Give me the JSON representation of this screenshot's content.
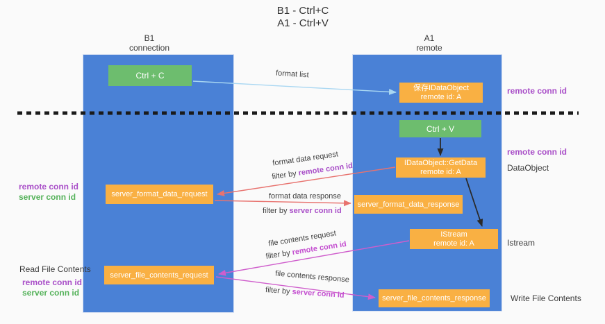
{
  "title": {
    "line1": "B1 - Ctrl+C",
    "line2": "A1 - Ctrl+V"
  },
  "columns": {
    "left": {
      "name": "B1",
      "subtitle": "connection"
    },
    "right": {
      "name": "A1",
      "subtitle": "remote"
    }
  },
  "boxes": {
    "ctrl_c": {
      "label": "Ctrl + C"
    },
    "ctrl_v": {
      "label": "Ctrl + V"
    },
    "save_idataobject": {
      "line1": "保存IDataObject",
      "line2": "remote id: A"
    },
    "idataobject_getdata": {
      "line1": "IDataObject::GetData",
      "line2": "remote id: A"
    },
    "istream": {
      "line1": "IStream",
      "line2": "remote id: A"
    },
    "server_format_data_request": {
      "label": "server_format_data_request"
    },
    "server_format_data_response": {
      "label": "server_format_data_response"
    },
    "server_file_contents_request": {
      "label": "server_file_contents_request"
    },
    "server_file_contents_response": {
      "label": "server_file_contents_response"
    }
  },
  "annotations": {
    "format_list": {
      "label": "format list"
    },
    "format_data_request": {
      "label": "format data request",
      "filter_prefix": "filter by ",
      "filter_key": "remote conn id"
    },
    "format_data_response": {
      "label": "format data response",
      "filter_prefix": "filter by ",
      "filter_key": "server conn id"
    },
    "file_contents_request": {
      "label": "file contents request",
      "filter_prefix": "filter by ",
      "filter_key": "remote conn id"
    },
    "file_contents_response": {
      "label": "file contents response",
      "filter_prefix": "filter by ",
      "filter_key": "server conn id"
    }
  },
  "side_labels": {
    "left_top": {
      "remote": "remote conn id",
      "server": "server conn id"
    },
    "left_bottom": {
      "title": "Read File Contents",
      "remote": "remote conn id",
      "server": "server conn id"
    },
    "right": {
      "r1": "remote conn id",
      "r2": "remote conn id",
      "r3": "DataObject",
      "r4": "Istream",
      "r5": "Write File Contents"
    }
  },
  "colors": {
    "background": "#fafafa",
    "lane_blue": "#4a81d6",
    "box_green": "#6dbd6e",
    "box_orange": "#f9b043",
    "arrow_light_blue": "#a9d7f2",
    "arrow_black": "#2a2a2a",
    "arrow_red": "#e8736f",
    "arrow_magenta": "#cf5ecc",
    "text_purple": "#a94fc8",
    "text_green": "#55b25a",
    "text_dark": "#3a3a3a",
    "dashed_line": "#1a1a1a"
  }
}
